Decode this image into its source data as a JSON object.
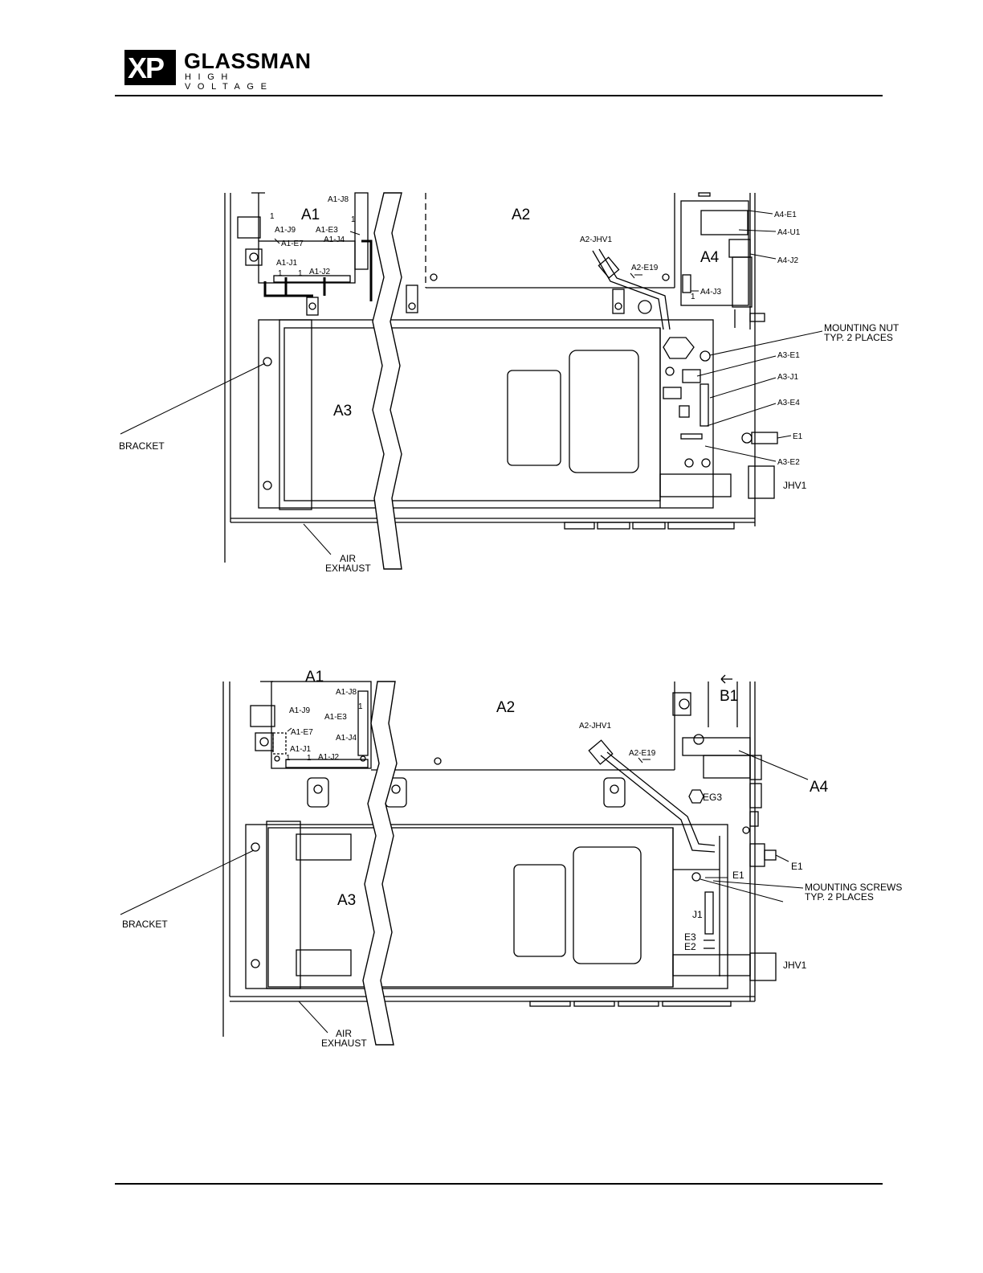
{
  "header": {
    "logo_mark": "XP",
    "logo_name": "GLASSMAN",
    "logo_tagline": "HIGH VOLTAGE"
  },
  "figure1": {
    "labels": {
      "a1": "A1",
      "a2": "A2",
      "a3": "A3",
      "a4": "A4",
      "a1_j8": "A1-J8",
      "a1_j9": "A1-J9",
      "a1_e7": "A1-E7",
      "a1_e3": "A1-E3",
      "a1_j4": "A1-J4",
      "a1_j1": "A1-J1",
      "a1_j2": "A1-J2",
      "a2_jhv1": "A2-JHV1",
      "a2_e19": "A2-E19",
      "a4_e1": "A4-E1",
      "a4_u1": "A4-U1",
      "a4_j2": "A4-J2",
      "a4_j3": "A4-J3",
      "mounting_nut_1": "MOUNTING NUT",
      "mounting_nut_2": "TYP. 2 PLACES",
      "a3_e1": "A3-E1",
      "a3_j1": "A3-J1",
      "a3_e4": "A3-E4",
      "e1": "E1",
      "a3_e2": "A3-E2",
      "jhv1": "JHV1",
      "bracket": "BRACKET",
      "air": "AIR",
      "exhaust": "EXHAUST",
      "pin1": "1"
    }
  },
  "figure2": {
    "labels": {
      "a1": "A1",
      "a2": "A2",
      "a3": "A3",
      "a4": "A4",
      "b1": "B1",
      "a1_j8": "A1-J8",
      "a1_j9": "A1-J9",
      "a1_e3": "A1-E3",
      "a1_e7": "A1-E7",
      "a1_j4": "A1-J4",
      "a1_j1": "A1-J1",
      "a1_j2": "A1-J2",
      "a2_jhv1": "A2-JHV1",
      "a2_e19": "A2-E19",
      "eg3": "EG3",
      "e1_right": "E1",
      "e1_inner": "E1",
      "mounting_screws_1": "MOUNTING SCREWS",
      "mounting_screws_2": "TYP. 2 PLACES",
      "j1": "J1",
      "e3": "E3",
      "e2": "E2",
      "jhv1": "JHV1",
      "bracket": "BRACKET",
      "air": "AIR",
      "exhaust": "EXHAUST",
      "pin1": "1"
    }
  }
}
